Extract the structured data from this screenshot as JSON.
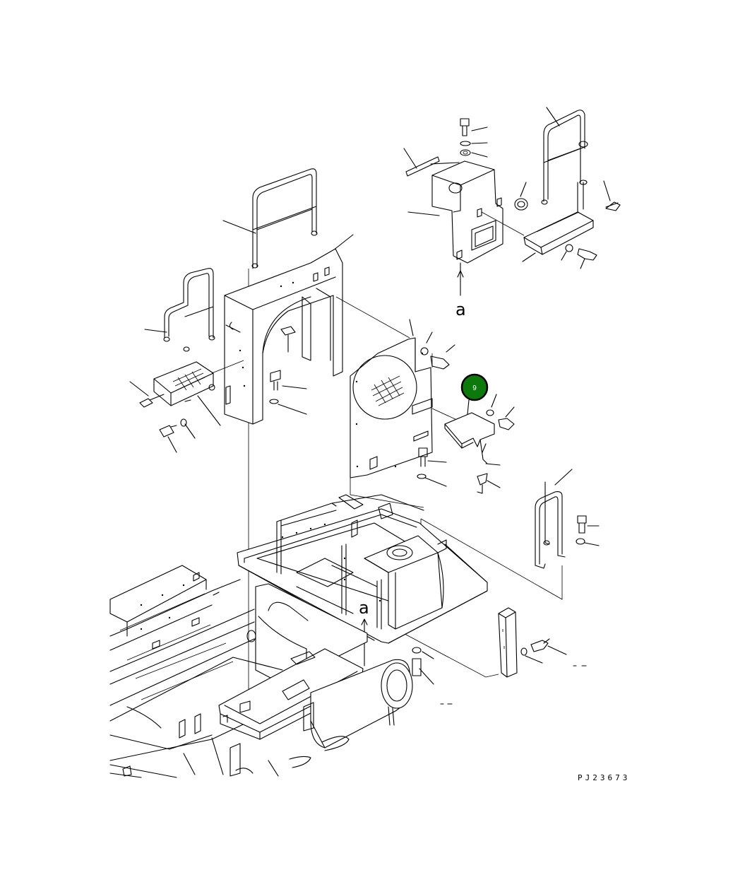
{
  "drawing_code": "PJ23673",
  "view_ref_top": "a",
  "view_ref_bottom": "a",
  "callout": {
    "label": "9",
    "color": "#0b7a0b",
    "ring_color": "#000000"
  }
}
